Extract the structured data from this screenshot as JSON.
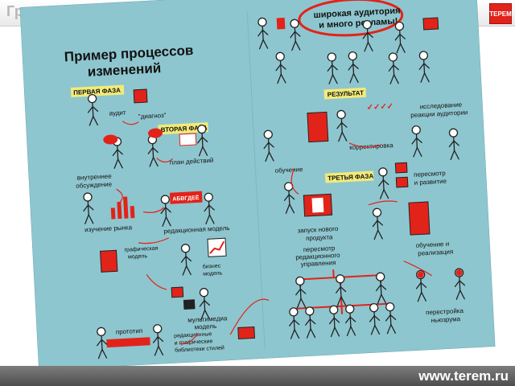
{
  "header": {
    "title": "Группа компаний «ТЕРЕМ»"
  },
  "footer": {
    "url": "www.terem.ru"
  },
  "poster": {
    "title_line1": "Пример процессов",
    "title_line2": "изменений",
    "bubble_line1": "широкая аудитория",
    "bubble_line2": "и много рекламы!",
    "phase1": "ПЕРВАЯ ФАЗА",
    "phase2": "ВТОРАЯ ФАЗА",
    "phase3": "ТРЕТЬЯ ФАЗА",
    "result": "РЕЗУЛЬТАТ",
    "brand": "АБВГДЕЁ",
    "labels": {
      "audit": "аудит",
      "diagnosis": "\"диагноз\"",
      "action_plan": "план действий",
      "internal": "внутреннее",
      "discussions": "обсуждение",
      "market_study": "изучение рынка",
      "editorial_model": "редакционная модель",
      "graphic_model": "графическая",
      "graphic_model2": "модель",
      "business": "бизнес",
      "business2": "модель",
      "multimedia": "мультимедиа",
      "multimedia2": "модель",
      "prototype": "прототип",
      "libraries1": "редакционные",
      "libraries2": "и графические",
      "libraries3": "библиотеки стилей",
      "research1": "исследование",
      "research2": "реакции аудитории",
      "correction": "корректировка",
      "training": "обучение",
      "review1": "пересмотр",
      "review2": "и развитие",
      "launch1": "запуск нового",
      "launch2": "продукта",
      "training2a": "обучение и",
      "training2b": "реализация",
      "revision1": "пересмотр",
      "revision2": "редакционного",
      "revision3": "управления",
      "rebuild1": "перестройка",
      "rebuild2": "ньюзрума"
    }
  }
}
